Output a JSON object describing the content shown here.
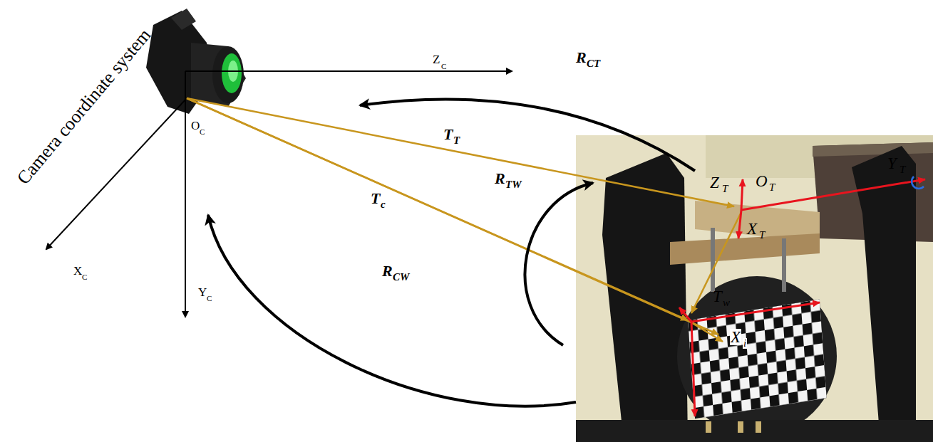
{
  "diagram": {
    "labels": [
      "Camera coordinate system",
      "Z",
      "C",
      "O",
      "C",
      "X",
      "C",
      "Y",
      "C",
      "R",
      "CT",
      "T",
      "T",
      "T",
      "c",
      "R",
      "TW",
      "R",
      "CW",
      "Z",
      "T",
      "O",
      "T",
      "Y",
      "T",
      "X",
      "T",
      "T",
      "w",
      "X",
      "i"
    ]
  }
}
